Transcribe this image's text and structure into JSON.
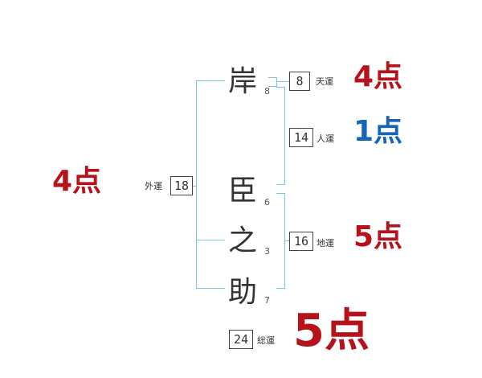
{
  "name_chars": [
    {
      "char": "岸",
      "strokes": "8"
    },
    {
      "char": "臣",
      "strokes": "6"
    },
    {
      "char": "之",
      "strokes": "3"
    },
    {
      "char": "助",
      "strokes": "7"
    }
  ],
  "fortunes": {
    "tenkaku": {
      "label": "天運",
      "value": "8",
      "score": "4点",
      "color": "#b5121b"
    },
    "jinkaku": {
      "label": "人運",
      "value": "14",
      "score": "1点",
      "color": "#1565b8"
    },
    "chikaku": {
      "label": "地運",
      "value": "16",
      "score": "5点",
      "color": "#b5121b"
    },
    "gaikaku": {
      "label": "外運",
      "value": "18",
      "score": "4点",
      "color": "#b5121b"
    },
    "soukaku": {
      "label": "総運",
      "value": "24",
      "score": "5点",
      "color": "#b5121b"
    }
  },
  "colors": {
    "bracket": "#7ec4ea",
    "red": "#b5121b",
    "blue": "#1565b8"
  }
}
